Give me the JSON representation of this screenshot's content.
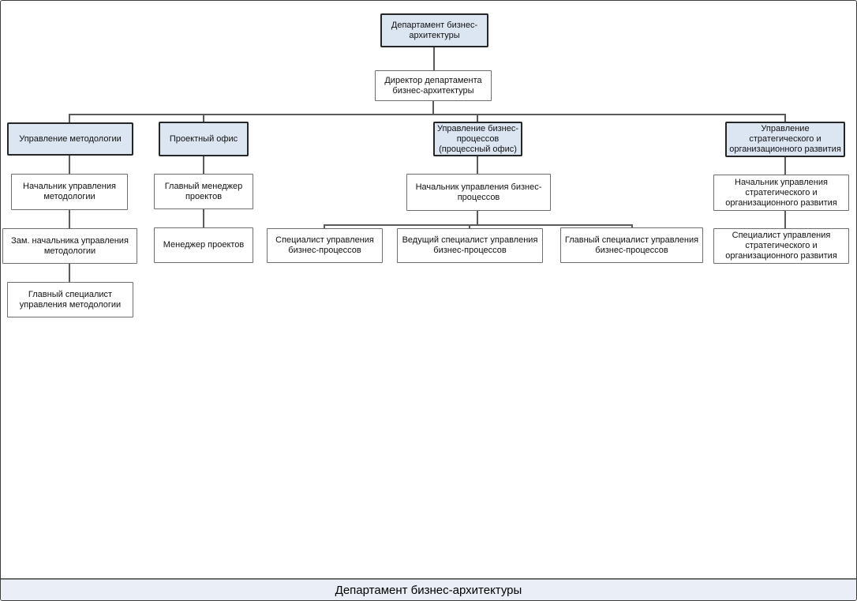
{
  "org": {
    "root": {
      "label": "Департамент бизнес-архитектуры"
    },
    "director": {
      "label": "Директор департамента бизнес-архитектуры"
    },
    "branches": [
      {
        "unit": "Управление методологии",
        "positions": [
          "Начальник управления методологии",
          "Зам. начальника управления методологии",
          "Главный специалист управления методологии"
        ]
      },
      {
        "unit": "Проектный офис",
        "positions": [
          "Главный менеджер проектов",
          "Менеджер проектов"
        ]
      },
      {
        "unit": "Управление бизнес-процессов (процессный офис)",
        "positions": [
          "Начальник управления бизнес-процессов"
        ],
        "sub_positions": [
          "Специалист управления бизнес-процессов",
          "Ведущий специалист управления бизнес-процессов",
          "Главный специалист управления бизнес-процессов"
        ]
      },
      {
        "unit": "Управление стратегического и организационного развития",
        "positions": [
          "Начальник управления стратегического и организационного развития",
          "Специалист управления стратегического и организационного развития"
        ]
      }
    ]
  },
  "footer": {
    "title": "Департамент бизнес-архитектуры"
  },
  "colors": {
    "unit_fill": "#dce6f2",
    "footer_fill": "#e9eef7",
    "connector": "#5a5a5a",
    "unit_border": "#262626",
    "box_border": "#6e6e6e"
  }
}
